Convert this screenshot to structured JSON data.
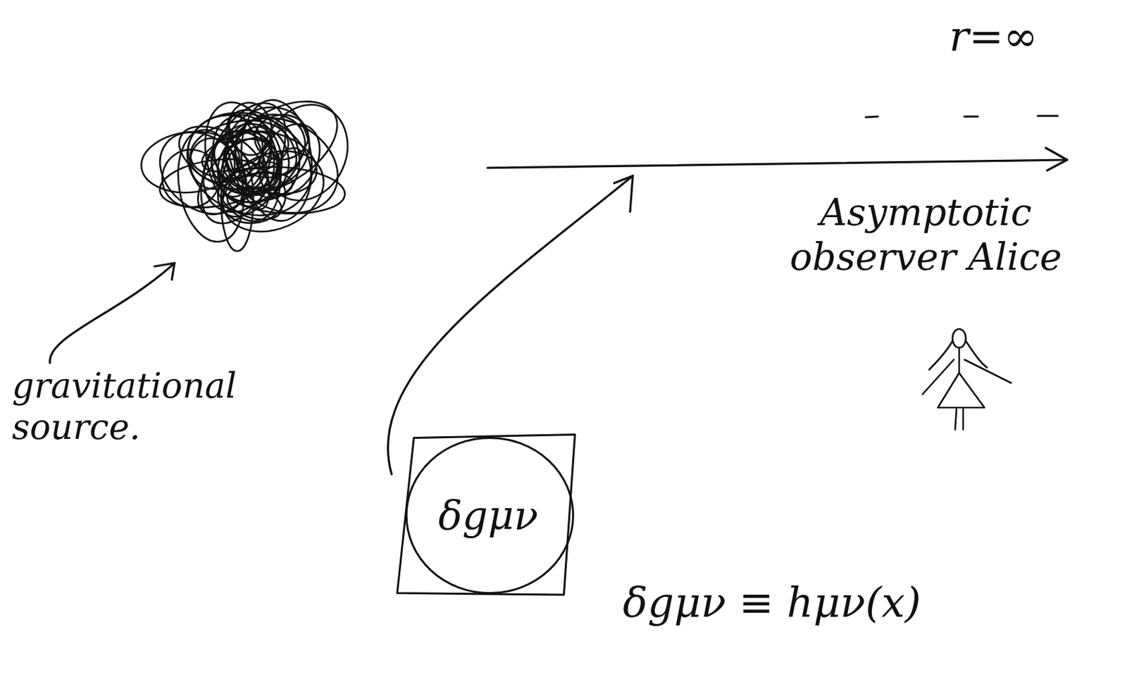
{
  "diagram": {
    "nodes": [
      {
        "text": [
          "δgμν"
        ]
      }
    ],
    "labels": [
      "r=∞",
      "Asymptotic observer Alice",
      "gravitational source.",
      "δgμν ≡ hμν(x)"
    ]
  }
}
